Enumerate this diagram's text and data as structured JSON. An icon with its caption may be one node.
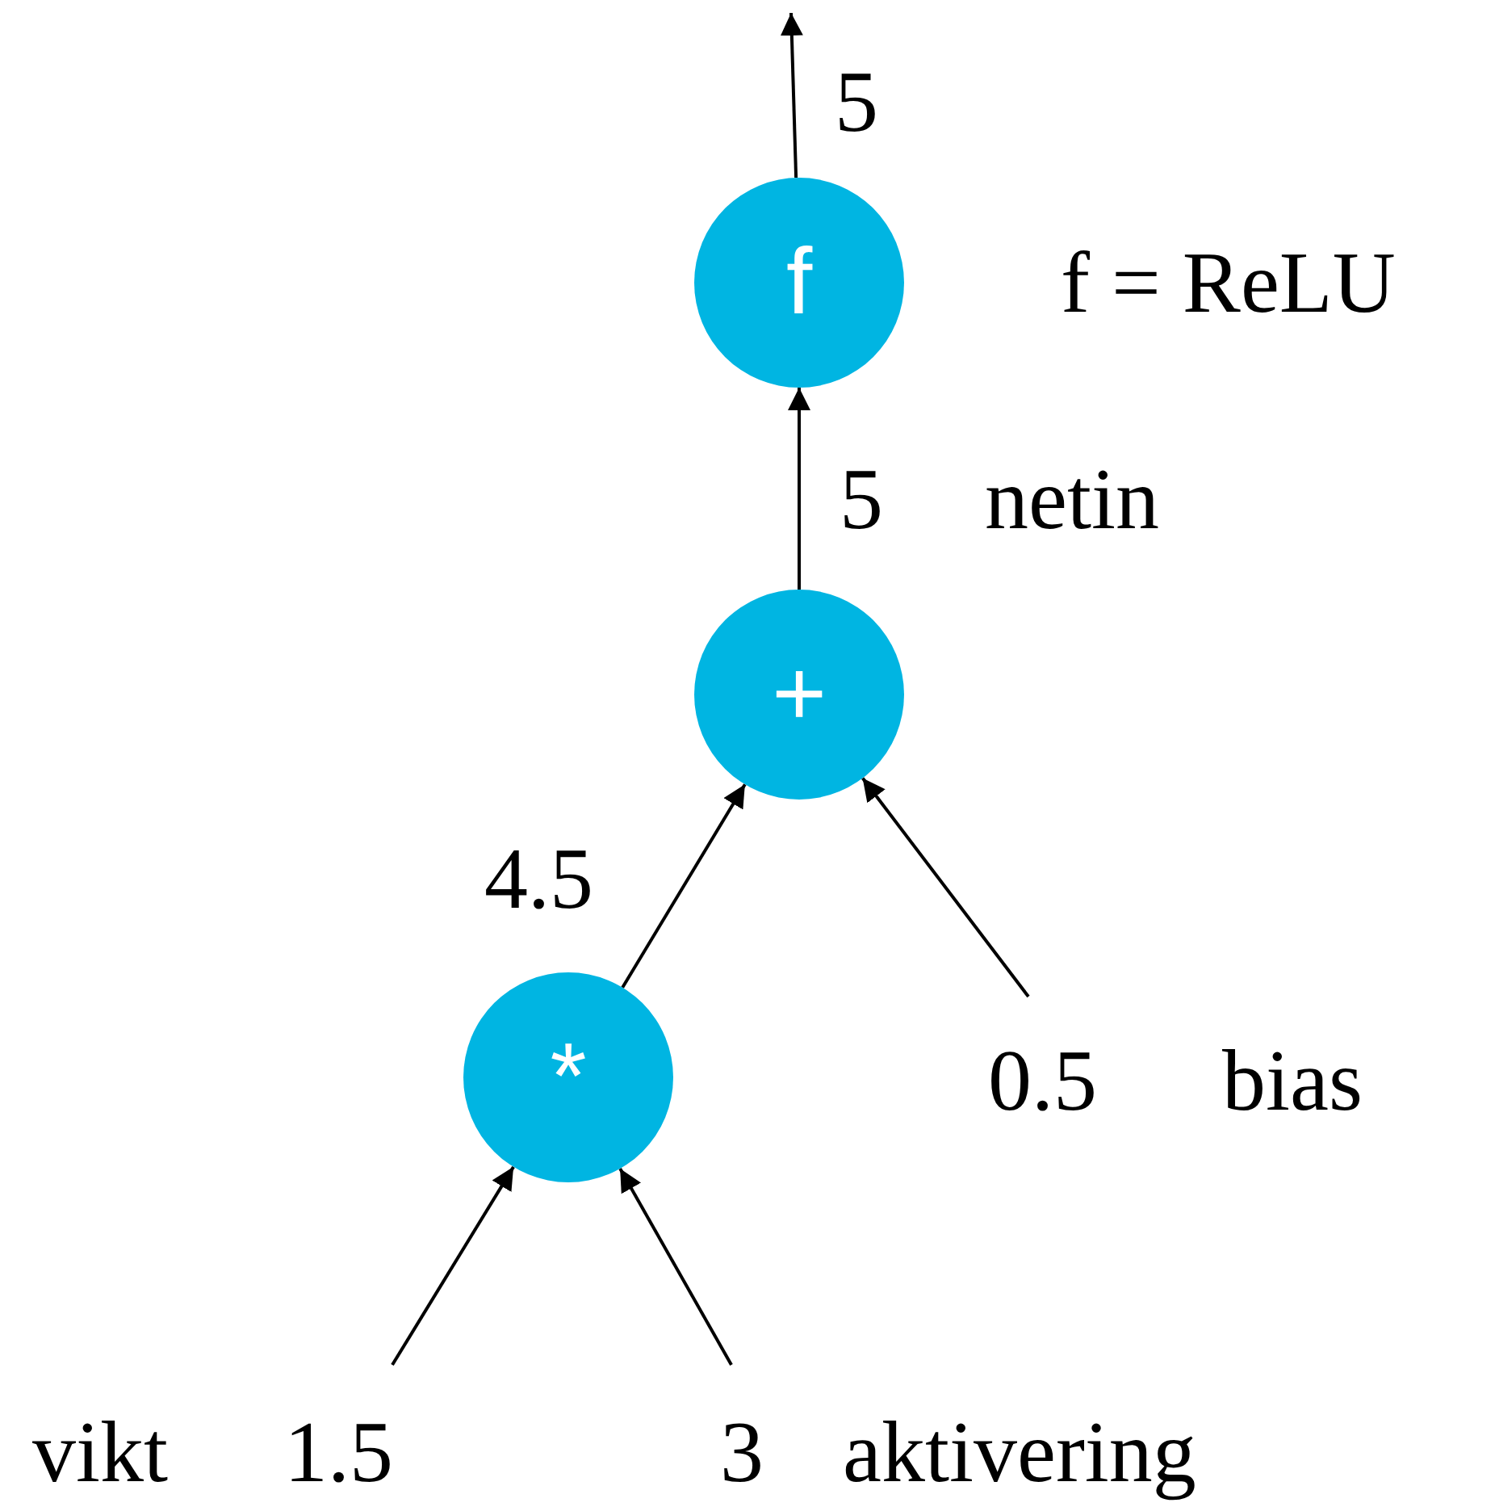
{
  "diagram": {
    "nodes": [
      {
        "text": [
          "f"
        ]
      },
      {
        "text": [
          "+"
        ]
      },
      {
        "text": [
          "*"
        ]
      },
      {
        "text": [
          "1.5"
        ],
        "beside": [
          "vikt"
        ]
      },
      {
        "text": [
          "3"
        ],
        "beside": [
          "aktivering"
        ]
      },
      {
        "text": [
          "0.5"
        ],
        "beside": [
          "bias"
        ]
      }
    ],
    "edges": [
      {
        "from": 0,
        "to": null,
        "arrow": "to",
        "label": "5"
      },
      {
        "from": 1,
        "to": 0,
        "arrow": "to",
        "label": "5"
      },
      {
        "from": 2,
        "to": 1,
        "arrow": "to",
        "label": "4.5"
      },
      {
        "from": 5,
        "to": 1,
        "arrow": "to"
      },
      {
        "from": 3,
        "to": 2,
        "arrow": "to"
      },
      {
        "from": 4,
        "to": 2,
        "arrow": "to"
      }
    ],
    "labels": [
      "f = ReLU",
      "netin"
    ]
  }
}
